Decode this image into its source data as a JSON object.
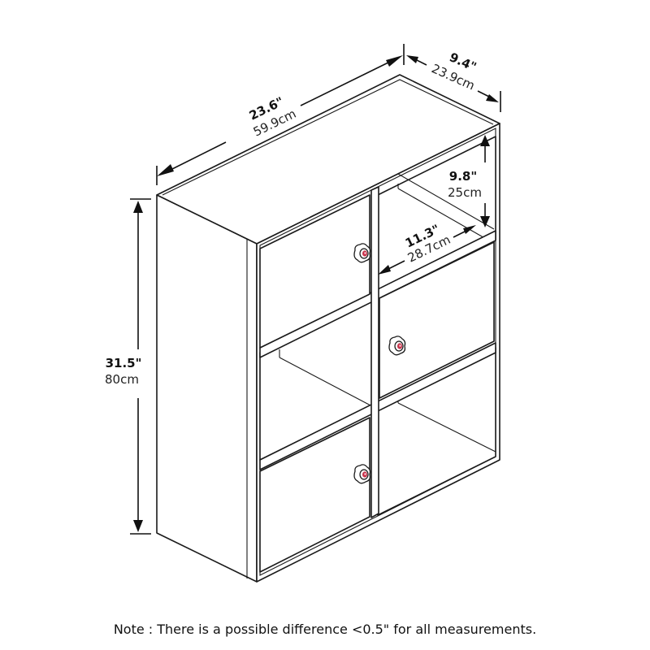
{
  "product": "6-cube storage cabinet with 3 doors",
  "colors": {
    "line": "#1a1a1a",
    "background": "#ffffff",
    "knob_accent": "#c8324a"
  },
  "dimensions": {
    "width": {
      "imperial": "23.6\"",
      "metric": "59.9cm"
    },
    "depth": {
      "imperial": "9.4\"",
      "metric": "23.9cm"
    },
    "height": {
      "imperial": "31.5\"",
      "metric": "80cm"
    },
    "cube_height": {
      "imperial": "9.8\"",
      "metric": "25cm"
    },
    "cube_width": {
      "imperial": "11.3\"",
      "metric": "28.7cm"
    }
  },
  "cubes": [
    {
      "row": 1,
      "col": 1,
      "type": "door"
    },
    {
      "row": 1,
      "col": 2,
      "type": "open"
    },
    {
      "row": 2,
      "col": 1,
      "type": "open"
    },
    {
      "row": 2,
      "col": 2,
      "type": "door"
    },
    {
      "row": 3,
      "col": 1,
      "type": "door"
    },
    {
      "row": 3,
      "col": 2,
      "type": "open"
    }
  ],
  "note": "Note : There is a possible difference <0.5\" for all measurements."
}
